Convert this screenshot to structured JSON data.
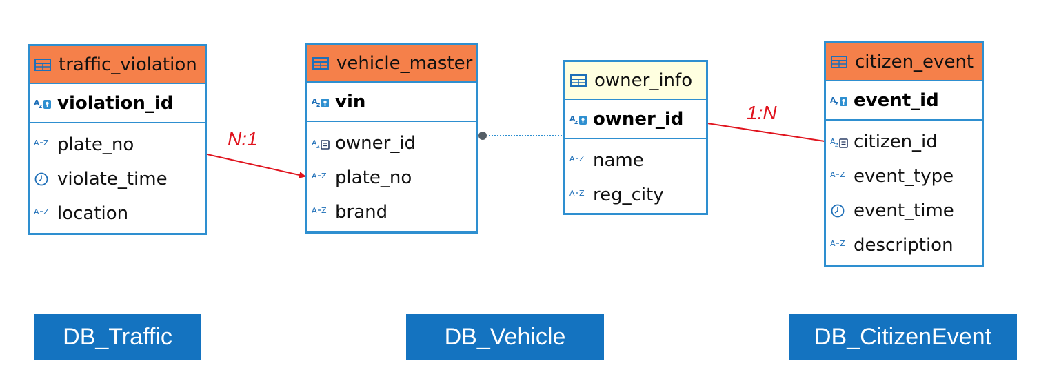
{
  "tables": {
    "traffic_violation": {
      "name": "traffic_violation",
      "pk": "violation_id",
      "columns": [
        "plate_no",
        "violate_time",
        "location"
      ]
    },
    "vehicle_master": {
      "name": "vehicle_master",
      "pk": "vin",
      "columns": [
        "owner_id",
        "plate_no",
        "brand"
      ]
    },
    "owner_info": {
      "name": "owner_info",
      "pk": "owner_id",
      "columns": [
        "name",
        "reg_city"
      ]
    },
    "citizen_event": {
      "name": "citizen_event",
      "pk": "event_id",
      "columns": [
        "citizen_id",
        "event_type",
        "event_time",
        "description"
      ]
    }
  },
  "relations": {
    "traffic_to_vehicle": "N:1",
    "citizen_to_owner": "1:N"
  },
  "databases": {
    "traffic": "DB_Traffic",
    "vehicle": "DB_Vehicle",
    "citizen": "DB_CitizenEvent"
  },
  "colors": {
    "header_orange": "#f5804a",
    "header_yellow": "#ffffe0",
    "border_blue": "#2e8fd0",
    "db_blue": "#1473c0",
    "relation_red": "#e0141e"
  },
  "icons": {
    "table": "table-grid-icon",
    "key_column": "key-column-icon",
    "text_column": "text-column-icon",
    "foreign_key_column": "foreign-key-icon",
    "time_column": "clock-icon"
  }
}
